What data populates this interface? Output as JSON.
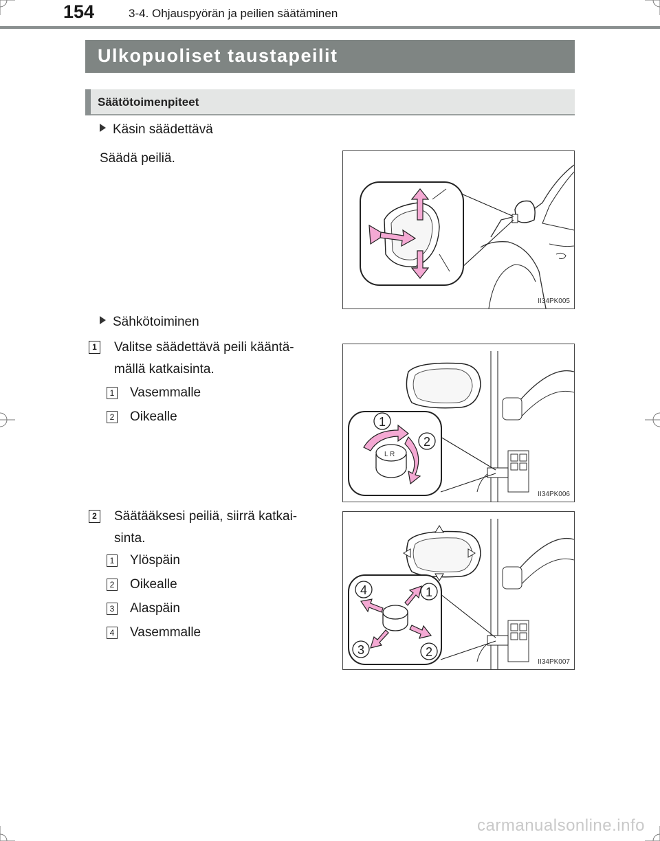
{
  "header": {
    "page_number": "154",
    "chapter": "3-4. Ohjauspyörän ja peilien säätäminen"
  },
  "title": "Ulkopuoliset taustapeilit",
  "subheading": "Säätötoimenpiteet",
  "manual": {
    "bullet": "Käsin säädettävä",
    "instruction": "Säädä peiliä.",
    "figure_code": "II34PK005"
  },
  "power": {
    "bullet": "Sähkötoiminen",
    "step1": {
      "number": "1",
      "text_line1": "Valitse säädettävä peili kääntä-",
      "text_line2": "mällä katkaisinta.",
      "items": [
        {
          "num": "1",
          "label": "Vasemmalle"
        },
        {
          "num": "2",
          "label": "Oikealle"
        }
      ],
      "figure_code": "II34PK006",
      "callouts": [
        "1",
        "2"
      ]
    },
    "step2": {
      "number": "2",
      "text_line1": "Säätääksesi peiliä, siirrä katkai-",
      "text_line2": "sinta.",
      "items": [
        {
          "num": "1",
          "label": "Ylöspäin"
        },
        {
          "num": "2",
          "label": "Oikealle"
        },
        {
          "num": "3",
          "label": "Alaspäin"
        },
        {
          "num": "4",
          "label": "Vasemmalle"
        }
      ],
      "figure_code": "II34PK007",
      "callouts": [
        "1",
        "2",
        "3",
        "4"
      ]
    }
  },
  "watermark": "carmanualsonline.info",
  "colors": {
    "title_band": "#7f8583",
    "subheading_band": "#e4e6e5",
    "arrow_pink": "#f4a9d3",
    "header_rule": "#8a9090"
  }
}
